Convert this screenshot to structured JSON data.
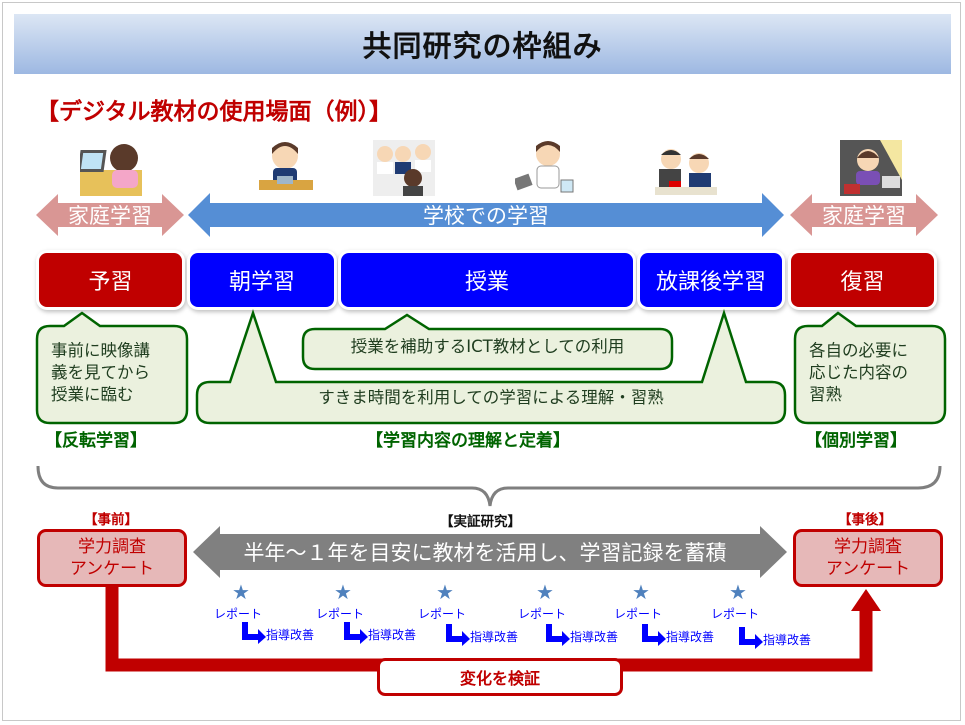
{
  "title": "共同研究の枠組み",
  "subtitle": "【デジタル教材の使用場面（例）】",
  "illustrations": [
    {
      "name": "home-study-tablet-illustration"
    },
    {
      "name": "morning-study-student-illustration"
    },
    {
      "name": "classroom-students-illustration"
    },
    {
      "name": "lab-student-illustration"
    },
    {
      "name": "after-school-tutoring-illustration"
    },
    {
      "name": "review-at-home-illustration"
    }
  ],
  "arrows": {
    "home_left": "家庭学習",
    "school": "学校での学習",
    "home_right": "家庭学習"
  },
  "phases": [
    {
      "label": "予習",
      "color": "#c00000"
    },
    {
      "label": "朝学習",
      "color": "#0000ff"
    },
    {
      "label": "授業",
      "color": "#0000ff"
    },
    {
      "label": "放課後学習",
      "color": "#0000ff"
    },
    {
      "label": "復習",
      "color": "#c00000"
    }
  ],
  "callouts": {
    "preview": [
      "事前に映像講",
      "義を見てから",
      "授業に臨む"
    ],
    "class_support": "授業を補助するICT教材としての利用",
    "spare_time": "すきま時間を利用しての学習による理解・習熟",
    "review": [
      "各自の必要に",
      "応じた内容の",
      "習熟"
    ]
  },
  "categories": {
    "flipped": "【反転学習】",
    "understanding": "【学習内容の理解と定着】",
    "individual": "【個別学習】"
  },
  "research": {
    "before_label": "【事前】",
    "after_label": "【事後】",
    "center_label": "【実証研究】",
    "survey_before": [
      "学力調査",
      "アンケート"
    ],
    "survey_after": [
      "学力調査",
      "アンケート"
    ],
    "main_arrow": "半年～１年を目安に教材を活用し、学習記録を蓄積",
    "cycles": [
      {
        "report": "レポート",
        "improve": "指導改善"
      },
      {
        "report": "レポート",
        "improve": "指導改善"
      },
      {
        "report": "レポート",
        "improve": "指導改善"
      },
      {
        "report": "レポート",
        "improve": "指導改善"
      },
      {
        "report": "レポート",
        "improve": "指導改善"
      },
      {
        "report": "レポート",
        "improve": "指導改善"
      }
    ],
    "verify": "変化を検証"
  },
  "colors": {
    "red": "#c00000",
    "blue": "#0000ff",
    "school_arrow": "#558ed5",
    "home_arrow": "#d99694",
    "callout_fill": "#ebf1de",
    "callout_border": "#006400",
    "gray_arrow": "#808080",
    "star": "#4f81bd"
  }
}
